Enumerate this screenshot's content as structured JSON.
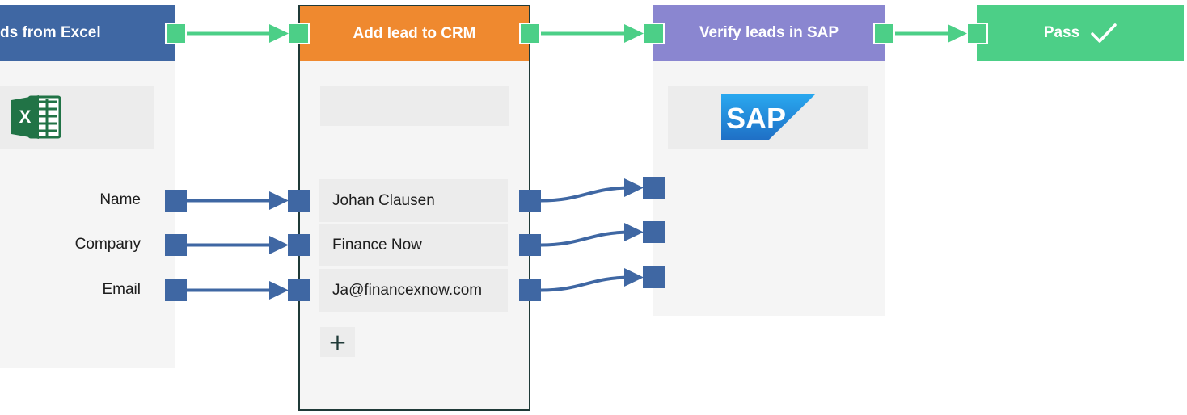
{
  "nodes": {
    "excel": {
      "title": "ds from Excel",
      "color": "#3f67a3",
      "icon": "excel-icon",
      "fields": [
        "Name",
        "Company",
        "Email"
      ]
    },
    "crm": {
      "title": "Add lead to CRM",
      "color": "#ef892f",
      "values": [
        "Johan Clausen",
        "Finance Now",
        "Ja@financexnow.com"
      ],
      "add_button": "+"
    },
    "sap": {
      "title": "Verify leads in SAP",
      "color": "#8a86d0",
      "logo_text": "SAP",
      "logo_color": "#1f7bd4"
    },
    "pass": {
      "title": "Pass",
      "color": "#4ccf87",
      "icon": "checkmark-icon"
    }
  },
  "colors": {
    "flow_connector": "#4ccf87",
    "data_connector": "#3f67a3"
  }
}
